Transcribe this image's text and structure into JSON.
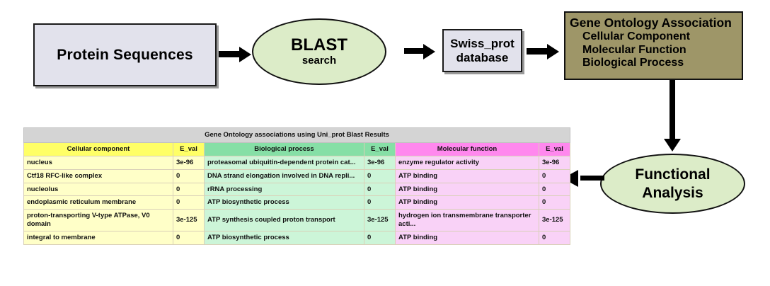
{
  "flow": {
    "protein_sequences": {
      "label": "Protein Sequences"
    },
    "blast": {
      "title": "BLAST",
      "subtitle": "search"
    },
    "swissprot": {
      "line1": "Swiss_prot",
      "line2": "database"
    },
    "go_association": {
      "heading": "Gene Ontology Association",
      "items": [
        "Cellular Component",
        "Molecular Function",
        "Biological Process"
      ]
    },
    "functional_analysis": {
      "line1": "Functional",
      "line2": "Analysis"
    }
  },
  "table": {
    "title": "Gene Ontology associations using Uni_prot Blast Results",
    "headers": [
      "Cellular component",
      "E_val",
      "Biological process",
      "E_val",
      "Molecular function",
      "E_val"
    ],
    "rows": [
      [
        "nucleus",
        "3e-96",
        "proteasomal ubiquitin-dependent protein cat...",
        "3e-96",
        "enzyme regulator activity",
        "3e-96"
      ],
      [
        "Ctf18 RFC-like complex",
        "0",
        "DNA strand elongation involved in DNA repli...",
        "0",
        "ATP binding",
        "0"
      ],
      [
        "nucleolus",
        "0",
        "rRNA processing",
        "0",
        "ATP binding",
        "0"
      ],
      [
        "endoplasmic reticulum membrane",
        "0",
        "ATP biosynthetic process",
        "0",
        "ATP binding",
        "0"
      ],
      [
        "proton-transporting V-type ATPase, V0 domain",
        "3e-125",
        "ATP synthesis coupled proton transport",
        "3e-125",
        "hydrogen ion transmembrane transporter acti...",
        "3e-125"
      ],
      [
        "integral to membrane",
        "0",
        "ATP biosynthetic process",
        "0",
        "ATP binding",
        "0"
      ]
    ]
  },
  "colors": {
    "lavender_box": "#e2e2ec",
    "light_green": "#dcecc8",
    "khaki": "#9e9668",
    "header_yellow": "#ffff66",
    "header_green": "#86dfa6",
    "header_pink": "#ff88ee",
    "title_gray": "#d4d4d4"
  }
}
